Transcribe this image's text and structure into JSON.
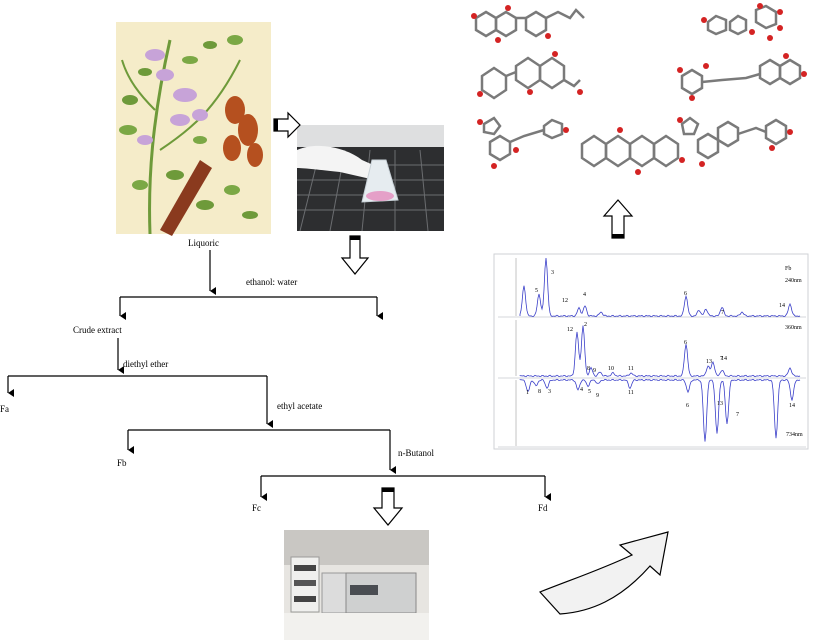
{
  "flowchart": {
    "source": "Liquoric",
    "solvent_1": "ethanol: water",
    "crude": "Crude extract",
    "solvent_2": "diethyl ether",
    "fraction_a": "Fa",
    "solvent_3": "ethyl acetate",
    "fraction_b": "Fb",
    "solvent_4": "n-Butanol",
    "fraction_c": "Fc",
    "fraction_d": "Fd"
  },
  "chromatogram": {
    "fraction_label": "Fb",
    "panels": [
      {
        "wavelength": "240nm",
        "peaks": [
          {
            "label": "5"
          },
          {
            "label": "3"
          },
          {
            "label": "12"
          },
          {
            "label": "4"
          },
          {
            "label": "6"
          },
          {
            "label": "7"
          },
          {
            "label": "14"
          }
        ]
      },
      {
        "wavelength": "360nm",
        "peaks": [
          {
            "label": "12"
          },
          {
            "label": "2"
          },
          {
            "label": "8"
          },
          {
            "label": "9"
          },
          {
            "label": "10"
          },
          {
            "label": "11"
          },
          {
            "label": "6"
          },
          {
            "label": "13"
          },
          {
            "label": "7"
          },
          {
            "label": "14"
          }
        ]
      },
      {
        "wavelength": "734nm",
        "peaks": [
          {
            "label": "1"
          },
          {
            "label": "8"
          },
          {
            "label": "3"
          },
          {
            "label": "4"
          },
          {
            "label": "5"
          },
          {
            "label": "9"
          },
          {
            "label": "11"
          },
          {
            "label": "6"
          },
          {
            "label": "13"
          },
          {
            "label": "7"
          },
          {
            "label": "14"
          }
        ]
      }
    ]
  },
  "colors": {
    "line": "#000000",
    "trace": "#3a3fc9",
    "oxygen": "#d42323",
    "carbon": "#7a7a7a",
    "plant_leaf": "#6e9a3a",
    "flower": "#c7a3d8",
    "root": "#8a3a1e",
    "panel_bg": "#cfd2d6"
  }
}
